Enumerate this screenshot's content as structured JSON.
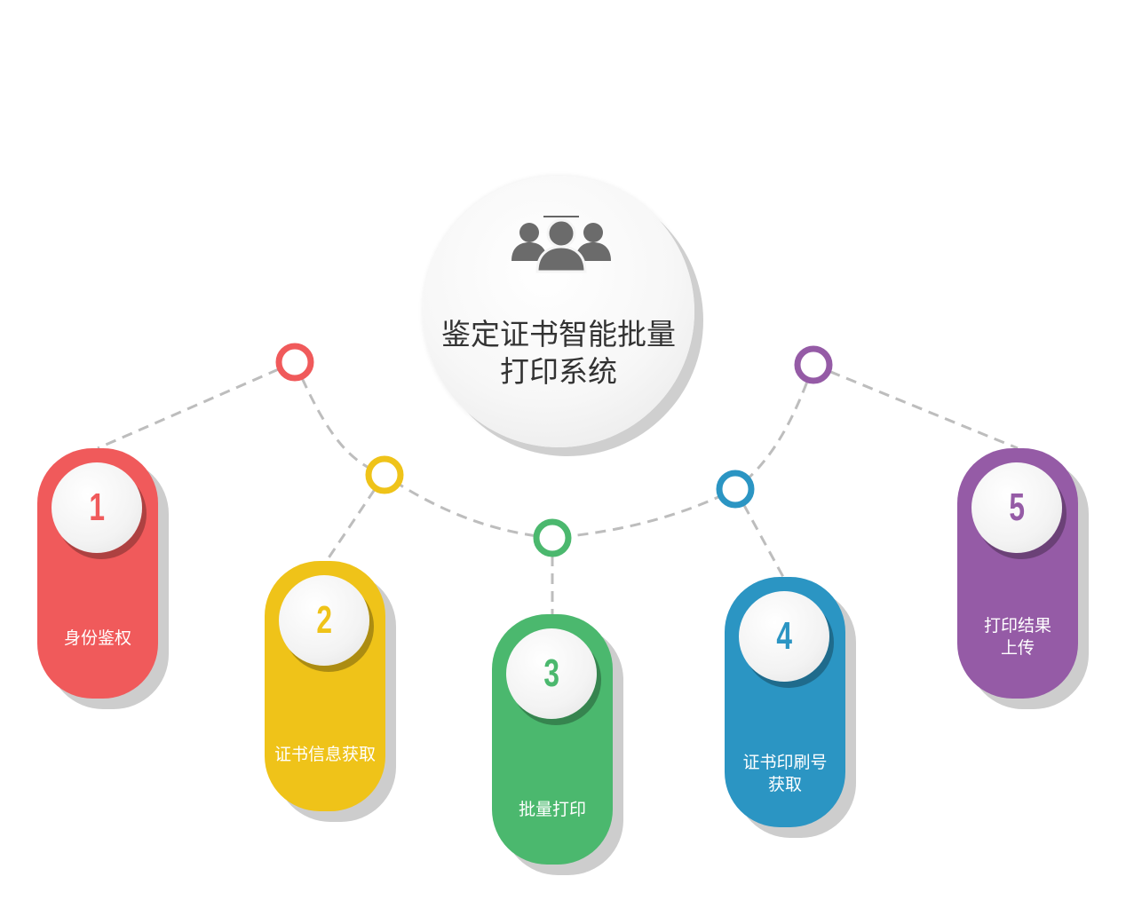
{
  "title": {
    "line1": "鉴定证书智能批量",
    "line2": "打印系统"
  },
  "center_icon": "users-group-icon",
  "steps": [
    {
      "number": "1",
      "label": "身份鉴权",
      "color": "#f05a5b"
    },
    {
      "number": "2",
      "label": "证书信息获取",
      "color": "#efc319"
    },
    {
      "number": "3",
      "label": "批量打印",
      "color": "#4bb86e"
    },
    {
      "number": "4",
      "label_line1": "证书印刷号",
      "label_line2": "获取",
      "color": "#2b95c3"
    },
    {
      "number": "5",
      "label_line1": "打印结果",
      "label_line2": "上传",
      "color": "#955ba6"
    }
  ]
}
